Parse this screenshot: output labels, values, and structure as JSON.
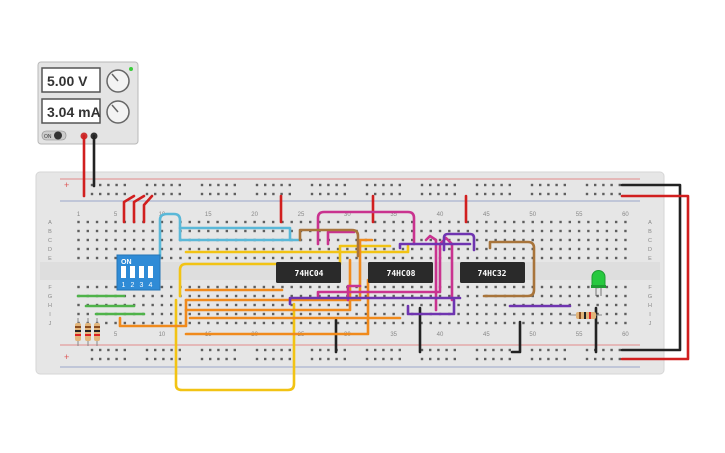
{
  "power_supply": {
    "voltage": "5.00 V",
    "current": "3.04 mA",
    "on_label": "ON"
  },
  "breadboard": {
    "column_labels_top": [
      "1",
      "5",
      "10",
      "15",
      "20",
      "25",
      "30",
      "35",
      "40",
      "45",
      "50",
      "55",
      "60"
    ],
    "column_labels_bottom": [
      "1",
      "5",
      "10",
      "15",
      "20",
      "25",
      "30",
      "35",
      "40",
      "45",
      "50",
      "55",
      "60"
    ],
    "row_labels_top": [
      "A",
      "B",
      "C",
      "D",
      "E"
    ],
    "row_labels_bottom": [
      "F",
      "G",
      "H",
      "I",
      "J"
    ],
    "rail_plus": "+",
    "rail_minus": "−"
  },
  "chips": [
    {
      "label": "74HC04"
    },
    {
      "label": "74HC08"
    },
    {
      "label": "74HC32"
    }
  ],
  "dip_switch": {
    "on_label": "ON",
    "numbers": [
      "1",
      "2",
      "3",
      "4"
    ],
    "color": "#2f8bd6"
  },
  "colors": {
    "wire_red": "#d11f1f",
    "wire_black": "#222222",
    "wire_cyan": "#5ab8d8",
    "wire_yellow": "#f2c314",
    "wire_orange": "#f08a1c",
    "wire_magenta": "#c9338f",
    "wire_brown": "#a8743b",
    "wire_purple": "#6f34b0",
    "wire_green": "#4fb34a",
    "led_green": "#27c93f"
  }
}
